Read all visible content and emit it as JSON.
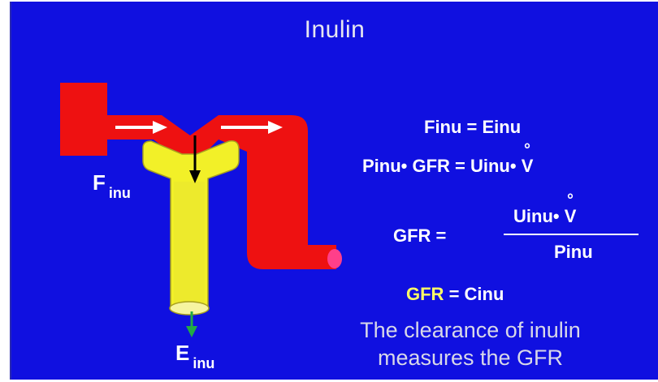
{
  "title": "Inulin",
  "labels": {
    "f_main": "F",
    "f_sub": "inu",
    "e_main": "E",
    "e_sub": "inu"
  },
  "equations": {
    "eq1": "Finu = Einu",
    "eq2_left": "Pinu• GFR = Uinu• ",
    "eq2_v": "V",
    "eq3_lhs": "GFR =",
    "eq3_num": "Uinu•  ",
    "eq3_v": "V",
    "eq3_den": "Pinu",
    "eq4_gfr": "GFR",
    "eq4_rest": " = Cinu"
  },
  "caption": {
    "line1": "The clearance of inulin",
    "line2": "measures the GFR"
  },
  "colors": {
    "background": "#1010e0",
    "vessel": "#ee1111",
    "tubule": "#f2f028",
    "flow_arrow": "#ffffff",
    "filtration_arrow": "#000000",
    "excretion_arrow": "#22aa44",
    "highlight_text": "#ffff66"
  }
}
